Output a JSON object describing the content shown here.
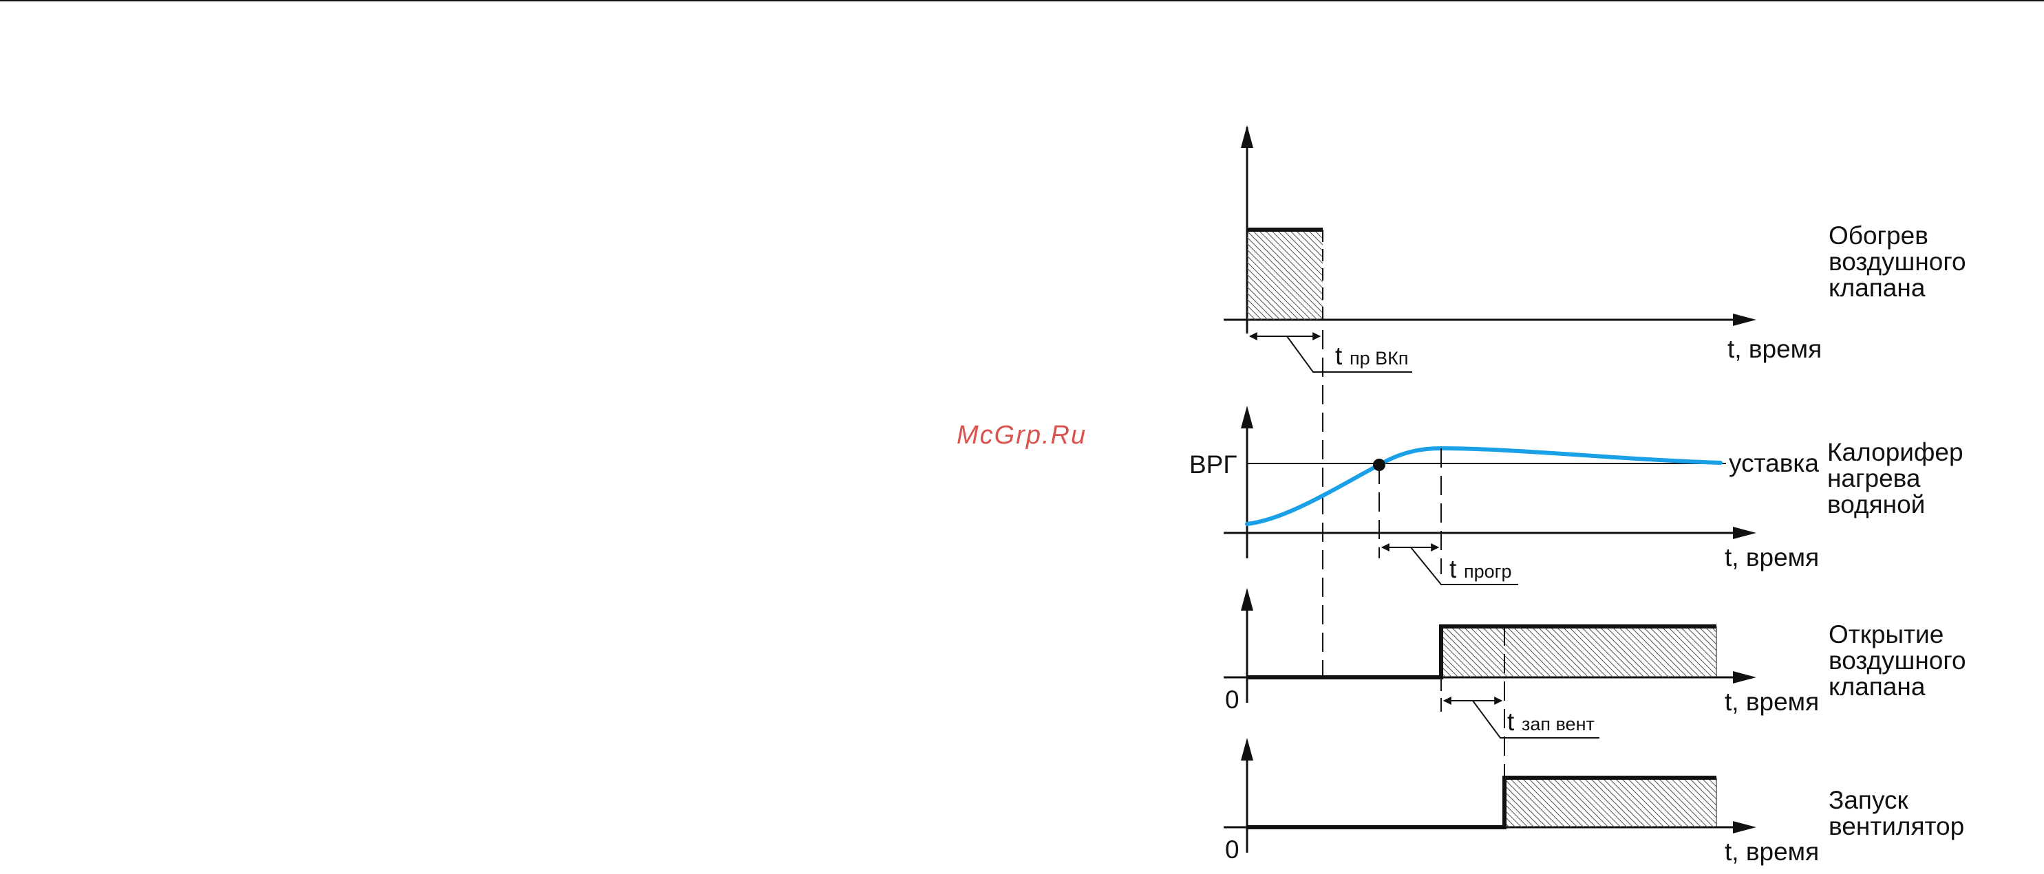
{
  "watermark": "McGrp.Ru",
  "colors": {
    "line": "#111111",
    "curve": "#1aa0e6",
    "watermark": "#d9534f"
  },
  "panels": [
    {
      "name": "Обогрев воздушного клапана",
      "label_lines": [
        "Обогрев",
        "воздушного",
        "клапана"
      ],
      "axis_label": "t, время",
      "interval": {
        "t": "t",
        "sub": "пр ВКп"
      }
    },
    {
      "name": "Калорифер нагрева водяной",
      "label_lines": [
        "Калорифер",
        "нагрева",
        "водяной"
      ],
      "axis_label": "t, время",
      "y_label": "ВРГ",
      "setpoint_label": "уставка",
      "interval": {
        "t": "t",
        "sub": "прогр"
      }
    },
    {
      "name": "Открытие воздушного клапана",
      "label_lines": [
        "Открытие",
        "воздушного",
        "клапана"
      ],
      "axis_label": "t, время",
      "zero": "0",
      "interval": {
        "t": "t",
        "sub": "зап вент"
      }
    },
    {
      "name": "Запуск вентилятор",
      "label_lines": [
        "Запуск",
        "вентилятор"
      ],
      "axis_label": "t, время",
      "zero": "0"
    }
  ]
}
